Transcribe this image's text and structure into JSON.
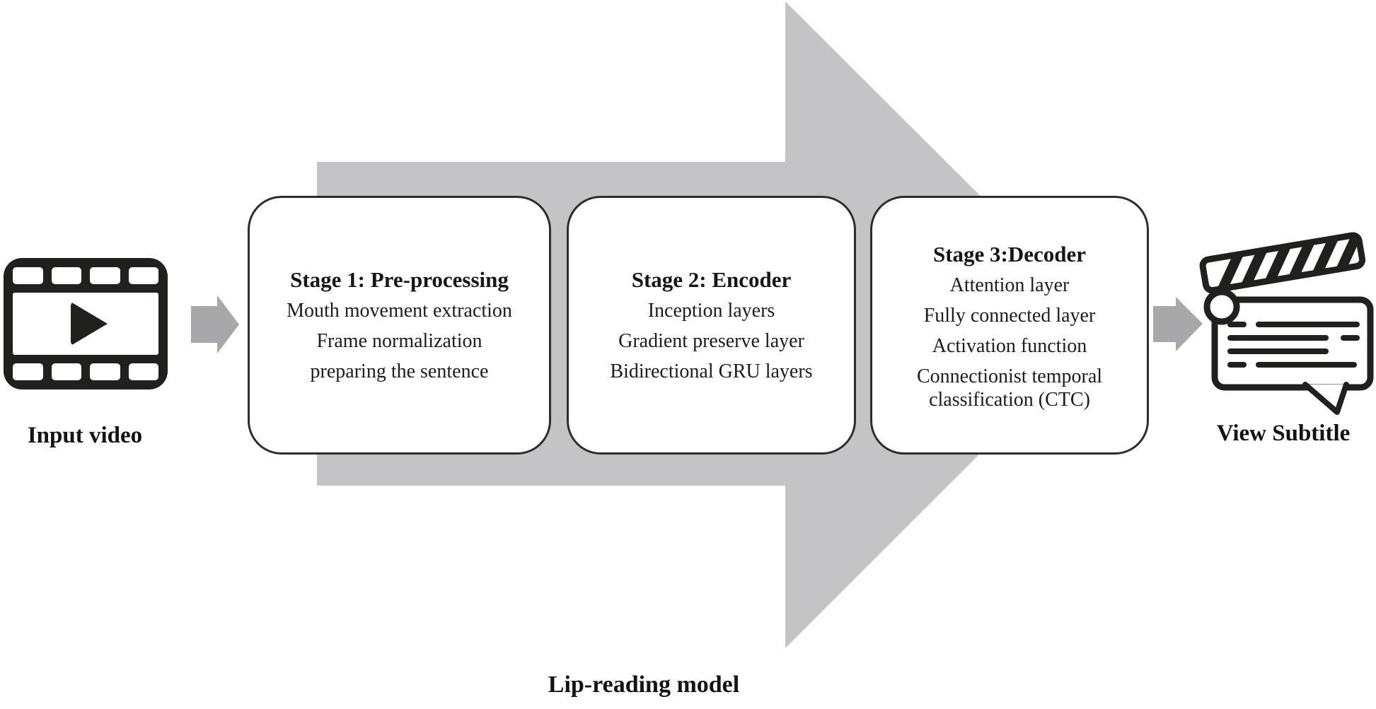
{
  "diagram": {
    "caption": "Lip-reading model",
    "input": {
      "label": "Input video"
    },
    "output": {
      "label": "View Subtitle"
    },
    "stages": [
      {
        "title": "Stage 1: Pre-processing",
        "items": [
          "Mouth movement extraction",
          "Frame normalization",
          "preparing the sentence"
        ]
      },
      {
        "title": "Stage 2: Encoder",
        "items": [
          "Inception layers",
          "Gradient preserve layer",
          "Bidirectional GRU layers"
        ]
      },
      {
        "title": "Stage 3:Decoder",
        "items": [
          "Attention layer",
          "Fully connected layer",
          "Activation function",
          "Connectionist temporal classification (CTC)"
        ]
      }
    ],
    "colors": {
      "arrow_large": "#c4c4c6",
      "arrow_small": "#a8a8ab",
      "ink": "#221f1f",
      "box_border": "#2e2c2c"
    }
  }
}
